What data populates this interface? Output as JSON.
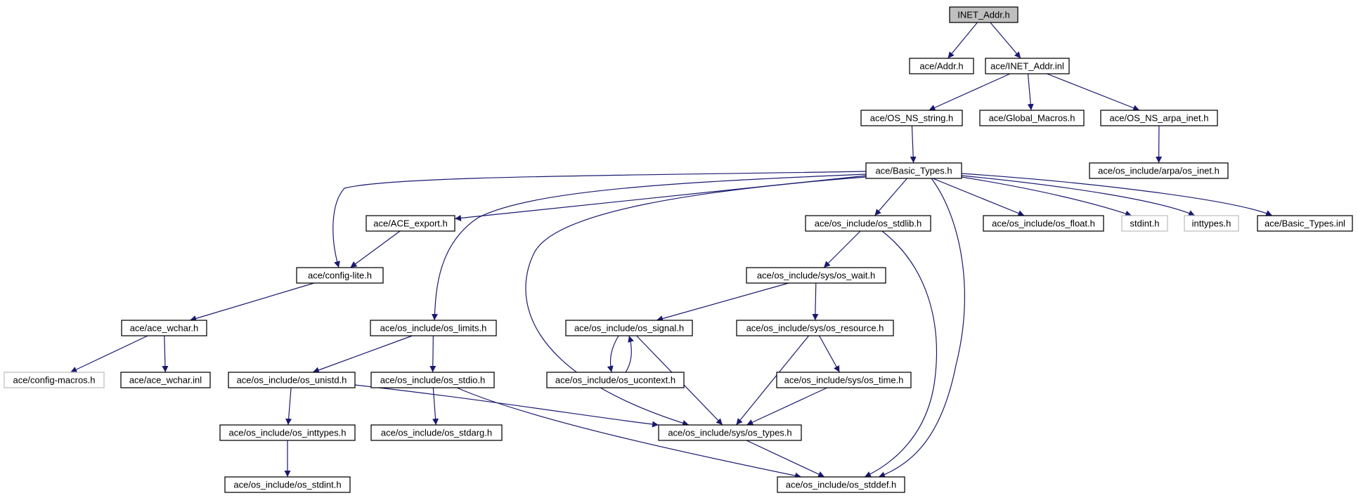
{
  "colors": {
    "edge": "#191970",
    "node_border": "#000000",
    "root_fill": "#bfbfbf",
    "node_fill": "#ffffff",
    "missing_border": "#bfbfbf"
  },
  "graph": {
    "nodes": [
      {
        "id": "inet_addr_h",
        "label": "INET_Addr.h",
        "kind": "root"
      },
      {
        "id": "addr_h",
        "label": "ace/Addr.h",
        "kind": "normal"
      },
      {
        "id": "inet_addr_inl",
        "label": "ace/INET_Addr.inl",
        "kind": "normal"
      },
      {
        "id": "os_ns_string_h",
        "label": "ace/OS_NS_string.h",
        "kind": "normal"
      },
      {
        "id": "global_macros_h",
        "label": "ace/Global_Macros.h",
        "kind": "normal"
      },
      {
        "id": "os_ns_arpa_inet_h",
        "label": "ace/OS_NS_arpa_inet.h",
        "kind": "normal"
      },
      {
        "id": "basic_types_h",
        "label": "ace/Basic_Types.h",
        "kind": "normal"
      },
      {
        "id": "arpa_os_inet_h",
        "label": "ace/os_include/arpa/os_inet.h",
        "kind": "normal"
      },
      {
        "id": "ace_export_h",
        "label": "ace/ACE_export.h",
        "kind": "normal"
      },
      {
        "id": "os_stdlib_h",
        "label": "ace/os_include/os_stdlib.h",
        "kind": "normal"
      },
      {
        "id": "os_float_h",
        "label": "ace/os_include/os_float.h",
        "kind": "normal"
      },
      {
        "id": "stdint_h",
        "label": "stdint.h",
        "kind": "missing"
      },
      {
        "id": "inttypes_h",
        "label": "inttypes.h",
        "kind": "missing"
      },
      {
        "id": "basic_types_inl",
        "label": "ace/Basic_Types.inl",
        "kind": "normal"
      },
      {
        "id": "config_lite_h",
        "label": "ace/config-lite.h",
        "kind": "normal"
      },
      {
        "id": "sys_os_wait_h",
        "label": "ace/os_include/sys/os_wait.h",
        "kind": "normal"
      },
      {
        "id": "ace_wchar_h",
        "label": "ace/ace_wchar.h",
        "kind": "normal"
      },
      {
        "id": "os_limits_h",
        "label": "ace/os_include/os_limits.h",
        "kind": "normal"
      },
      {
        "id": "os_signal_h",
        "label": "ace/os_include/os_signal.h",
        "kind": "normal"
      },
      {
        "id": "sys_os_resource_h",
        "label": "ace/os_include/sys/os_resource.h",
        "kind": "normal"
      },
      {
        "id": "config_macros_h",
        "label": "ace/config-macros.h",
        "kind": "missing"
      },
      {
        "id": "ace_wchar_inl",
        "label": "ace/ace_wchar.inl",
        "kind": "normal"
      },
      {
        "id": "os_unistd_h",
        "label": "ace/os_include/os_unistd.h",
        "kind": "normal"
      },
      {
        "id": "os_stdio_h",
        "label": "ace/os_include/os_stdio.h",
        "kind": "normal"
      },
      {
        "id": "os_ucontext_h",
        "label": "ace/os_include/os_ucontext.h",
        "kind": "normal"
      },
      {
        "id": "sys_os_time_h",
        "label": "ace/os_include/sys/os_time.h",
        "kind": "normal"
      },
      {
        "id": "os_inttypes_h",
        "label": "ace/os_include/os_inttypes.h",
        "kind": "normal"
      },
      {
        "id": "os_stdarg_h",
        "label": "ace/os_include/os_stdarg.h",
        "kind": "normal"
      },
      {
        "id": "sys_os_types_h",
        "label": "ace/os_include/sys/os_types.h",
        "kind": "normal"
      },
      {
        "id": "os_stdint_h",
        "label": "ace/os_include/os_stdint.h",
        "kind": "normal"
      },
      {
        "id": "os_stddef_h",
        "label": "ace/os_include/os_stddef.h",
        "kind": "normal"
      }
    ],
    "edges": [
      {
        "from": "inet_addr_h",
        "to": "addr_h"
      },
      {
        "from": "inet_addr_h",
        "to": "inet_addr_inl"
      },
      {
        "from": "inet_addr_inl",
        "to": "os_ns_string_h"
      },
      {
        "from": "inet_addr_inl",
        "to": "global_macros_h"
      },
      {
        "from": "inet_addr_inl",
        "to": "os_ns_arpa_inet_h"
      },
      {
        "from": "os_ns_string_h",
        "to": "basic_types_h"
      },
      {
        "from": "os_ns_arpa_inet_h",
        "to": "arpa_os_inet_h"
      },
      {
        "from": "basic_types_h",
        "to": "config_lite_h"
      },
      {
        "from": "basic_types_h",
        "to": "ace_export_h"
      },
      {
        "from": "basic_types_h",
        "to": "os_limits_h"
      },
      {
        "from": "basic_types_h",
        "to": "sys_os_types_h"
      },
      {
        "from": "basic_types_h",
        "to": "os_stdlib_h"
      },
      {
        "from": "basic_types_h",
        "to": "os_stddef_h"
      },
      {
        "from": "basic_types_h",
        "to": "os_float_h"
      },
      {
        "from": "basic_types_h",
        "to": "stdint_h"
      },
      {
        "from": "basic_types_h",
        "to": "inttypes_h"
      },
      {
        "from": "basic_types_h",
        "to": "basic_types_inl"
      },
      {
        "from": "ace_export_h",
        "to": "config_lite_h"
      },
      {
        "from": "config_lite_h",
        "to": "ace_wchar_h"
      },
      {
        "from": "ace_wchar_h",
        "to": "config_macros_h"
      },
      {
        "from": "ace_wchar_h",
        "to": "ace_wchar_inl"
      },
      {
        "from": "os_stdlib_h",
        "to": "sys_os_wait_h"
      },
      {
        "from": "os_stdlib_h",
        "to": "os_stddef_h"
      },
      {
        "from": "sys_os_wait_h",
        "to": "os_signal_h"
      },
      {
        "from": "sys_os_wait_h",
        "to": "sys_os_resource_h"
      },
      {
        "from": "os_limits_h",
        "to": "os_unistd_h"
      },
      {
        "from": "os_limits_h",
        "to": "os_stdio_h"
      },
      {
        "from": "os_signal_h",
        "to": "os_ucontext_h"
      },
      {
        "from": "os_ucontext_h",
        "to": "os_signal_h"
      },
      {
        "from": "os_signal_h",
        "to": "sys_os_types_h"
      },
      {
        "from": "sys_os_resource_h",
        "to": "sys_os_time_h"
      },
      {
        "from": "sys_os_resource_h",
        "to": "sys_os_types_h"
      },
      {
        "from": "sys_os_time_h",
        "to": "sys_os_types_h"
      },
      {
        "from": "os_unistd_h",
        "to": "os_inttypes_h"
      },
      {
        "from": "os_unistd_h",
        "to": "sys_os_types_h"
      },
      {
        "from": "os_stdio_h",
        "to": "os_stdarg_h"
      },
      {
        "from": "os_stdio_h",
        "to": "os_stddef_h"
      },
      {
        "from": "os_inttypes_h",
        "to": "os_stdint_h"
      },
      {
        "from": "sys_os_types_h",
        "to": "os_stddef_h"
      }
    ]
  }
}
